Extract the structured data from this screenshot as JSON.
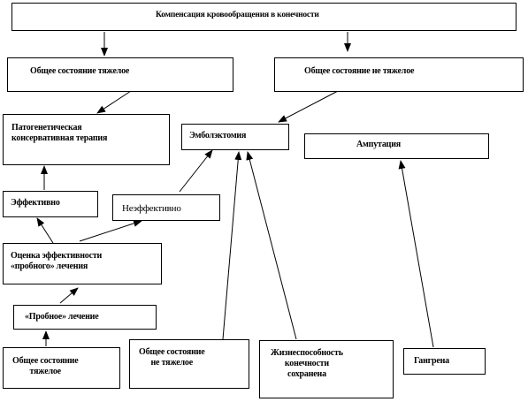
{
  "diagram": {
    "nodes": {
      "root": "Компенсация кровообращения в конечности",
      "severe_state": "Общее состояние тяжелое",
      "not_severe_state": "Общее состояние не тяжелое",
      "pathogenetic_therapy": "Патогенетическая\nконсервативная терапия",
      "embolectomy": "Эмболэктомия",
      "amputation": "Ампутация",
      "effective": "Эффективно",
      "ineffective": "Неэффективно",
      "evaluation": "Оценка эффективности\n«пробного» лечения",
      "trial_treatment": "«Пробное» лечение",
      "bottom_severe": "Общее состояние\nтяжелое",
      "bottom_not_severe": "Общее состояние\nне тяжелое",
      "limb_viable": "Жизнеспособность\nконечности\nсохранена",
      "gangrene": "Гангрена"
    }
  }
}
